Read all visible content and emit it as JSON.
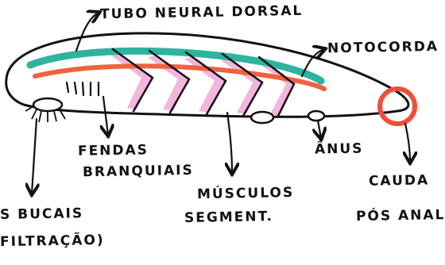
{
  "labels": {
    "tubo_neural": "TUBO NEURAL DORSAL",
    "notocorda": "NOTOCORDA",
    "fendas_line1": "FENDAS",
    "fendas_line2": "BRANQUIAIS",
    "musculos_line1": "MÚSCULOS",
    "musculos_line2": "SEGMENT.",
    "anus": "ÂNUS",
    "cauda_line1": "CAUDA",
    "cauda_line2": "PÓS ANAL",
    "cirros_line1": "S BUCAIS",
    "cirros_line2": "FILTRAÇÃO)"
  },
  "colors": {
    "outline": "#111111",
    "neural_tube": "#2fb3a0",
    "notochord": "#f0623e",
    "muscles": "#f2a9d8",
    "tail_circle": "#ef4e3b",
    "background": "#ffffff"
  }
}
